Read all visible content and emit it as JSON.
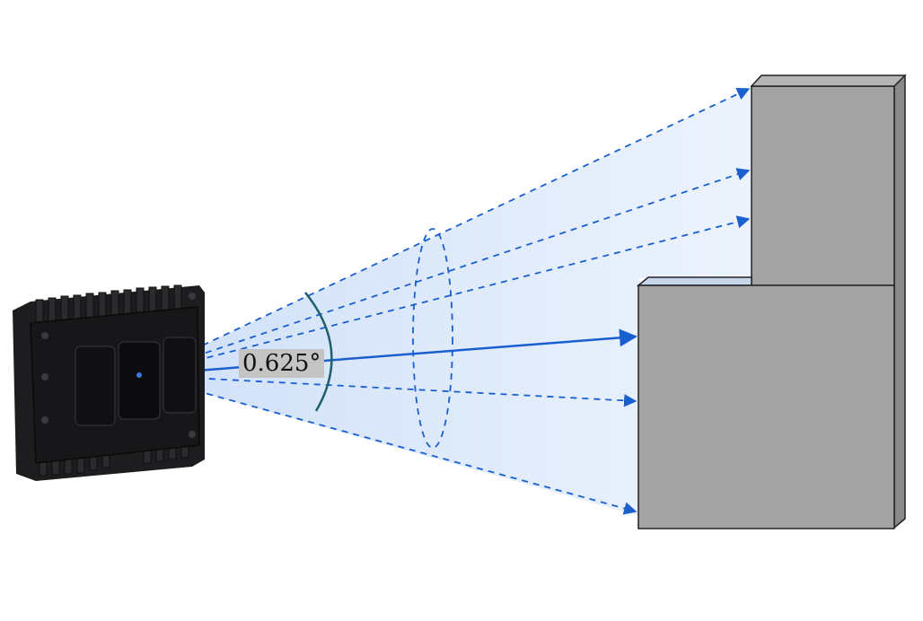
{
  "diagram": {
    "beam_angle_label": "0.625°",
    "colors": {
      "beam": "#1a5fd0",
      "beam_fill": "#dbe8fb",
      "arc": "#1f5f6e",
      "target_face": "#a3a3a3",
      "target_side": "#8a8a8a",
      "device_body": "#1d1d1f"
    },
    "icons": [
      "sensor-device",
      "angle-arc",
      "beam-cone-ellipse",
      "target-block"
    ]
  }
}
